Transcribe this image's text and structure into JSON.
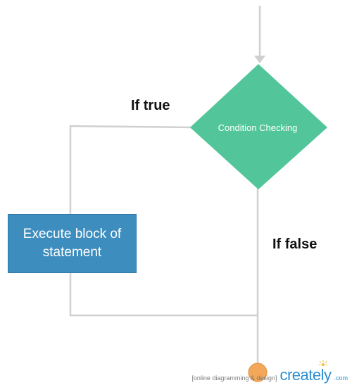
{
  "diagram": {
    "decision": {
      "label": "Condition Checking",
      "fill": "#52c69a"
    },
    "process": {
      "label": "Execute block of statement",
      "fill": "#3e8dbf"
    },
    "branches": {
      "true_label": "If true",
      "false_label": "If false"
    },
    "end_node": {
      "fill": "#f2a75a"
    },
    "connector_color": "#d0d0d0"
  },
  "watermark": {
    "caption": "[online diagramming & design]",
    "brand": "creately",
    "domain": ".com",
    "brand_color": "#2c8ecf"
  }
}
